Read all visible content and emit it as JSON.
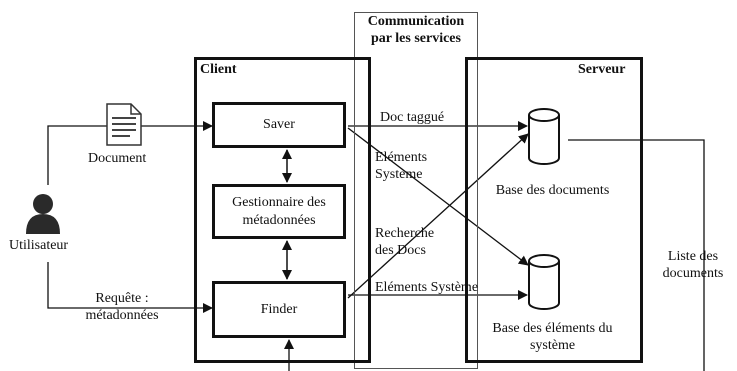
{
  "services_label": "Communication\npar les services",
  "client": {
    "title": "Client",
    "saver": "Saver",
    "gestionnaire": "Gestionnaire des\nmétadonnées",
    "finder": "Finder"
  },
  "serveur": {
    "title": "Serveur",
    "db_documents": "Base des documents",
    "db_elements": "Base des éléments du\nsystème"
  },
  "actor": {
    "name": "Utilisateur"
  },
  "labels": {
    "document": "Document",
    "requete": "Requête :\nmétadonnées",
    "doc_taggue": "Doc taggué",
    "elements_systeme_1": "Eléments\nSystème",
    "recherche_docs": "Recherche\ndes Docs",
    "elements_systeme_2": "Eléments Système",
    "liste_documents": "Liste des\ndocuments"
  },
  "icons": {
    "document": "document-icon",
    "user": "user-icon",
    "database": "database-icon"
  },
  "colors": {
    "line": "#111111",
    "service_band": "#555555"
  }
}
